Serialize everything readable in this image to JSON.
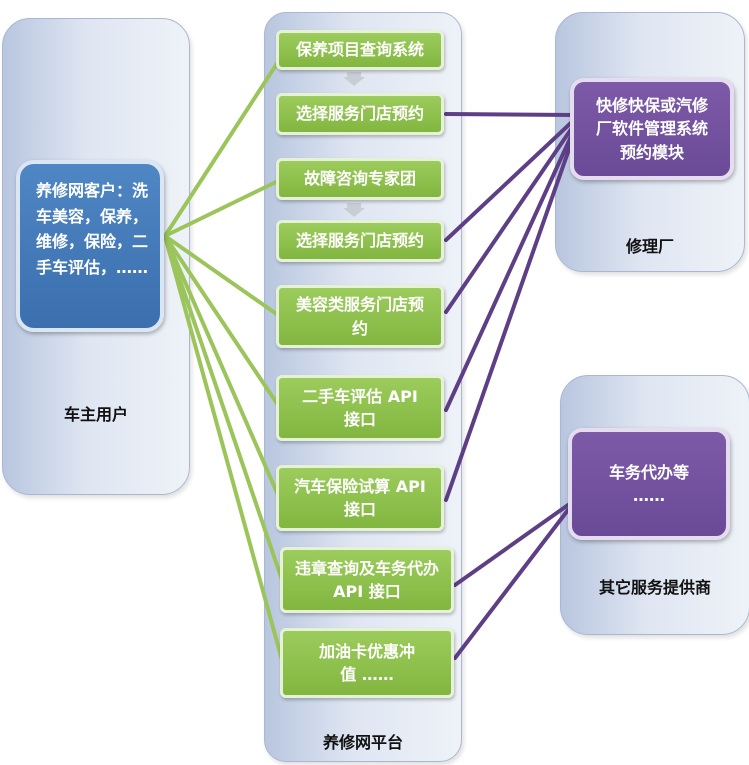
{
  "panels": {
    "owner": {
      "label": "车主用户"
    },
    "platform": {
      "label": "养修网平台"
    },
    "garage": {
      "label": "修理厂"
    },
    "others": {
      "label": "其它服务提供商"
    }
  },
  "customer_box": {
    "text": "养修网客户：洗车美容，保养，维修，保险，二手车评估，……"
  },
  "platform_items": [
    {
      "text": "保养项目查询系统"
    },
    {
      "text": "选择服务门店预约"
    },
    {
      "text": "故障咨询专家团"
    },
    {
      "text": "选择服务门店预约"
    },
    {
      "text": "美容类服务门店预约"
    },
    {
      "text": "二手车评估 API 接口"
    },
    {
      "text": "汽车保险试算 API 接口"
    },
    {
      "text": "违章查询及车务代办 API 接口"
    },
    {
      "text": "加油卡优惠冲值 ……"
    }
  ],
  "garage_box": {
    "text": "快修快保或汽修厂软件管理系统预约模块"
  },
  "others_box": {
    "text": "车务代办等 ……"
  },
  "colors": {
    "green_line": "#9bc55a",
    "purple_line": "#5e3f86",
    "green_node": "#8bbf4b",
    "blue_node": "#4a7fbd",
    "purple_node": "#7453a1"
  }
}
